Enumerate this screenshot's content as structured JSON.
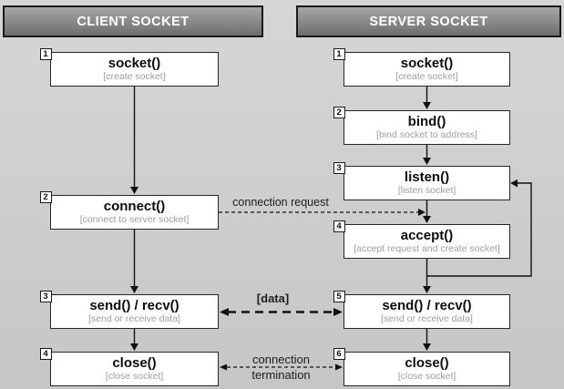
{
  "headers": {
    "client": "CLIENT SOCKET",
    "server": "SERVER SOCKET"
  },
  "client": {
    "boxes": [
      {
        "number": "1",
        "title": "socket()",
        "subtitle": "[create socket]"
      },
      {
        "number": "2",
        "title": "connect()",
        "subtitle": "[connect to server socket]"
      },
      {
        "number": "3",
        "title": "send() / recv()",
        "subtitle": "[send or receive data]"
      },
      {
        "number": "4",
        "title": "close()",
        "subtitle": "[close socket]"
      }
    ]
  },
  "server": {
    "boxes": [
      {
        "number": "1",
        "title": "socket()",
        "subtitle": "[create socket]"
      },
      {
        "number": "2",
        "title": "bind()",
        "subtitle": "[bind socket to address]"
      },
      {
        "number": "3",
        "title": "listen()",
        "subtitle": "[listen socket]"
      },
      {
        "number": "4",
        "title": "accept()",
        "subtitle": "[accept request and create socket]"
      },
      {
        "number": "5",
        "title": "send() / recv()",
        "subtitle": "[send or receive data]"
      },
      {
        "number": "6",
        "title": "close()",
        "subtitle": "[close socket]"
      }
    ]
  },
  "edge_labels": {
    "connection_request": "connection request",
    "data": "[data]",
    "termination_line1": "connection",
    "termination_line2": "termination"
  },
  "colors": {
    "background_top": "#d6d6d6",
    "background_bottom": "#c6c6c6",
    "header_gradient_top": "#a6a6a6",
    "header_gradient_bottom": "#6e6e6e",
    "header_border": "#1b1b1b",
    "header_text": "#ffffff",
    "box_background": "#ffffff",
    "box_border": "#262626",
    "box_title_text": "#0d0d0d",
    "box_subtitle_text": "#9e9e9e",
    "arrow": "#111111"
  }
}
